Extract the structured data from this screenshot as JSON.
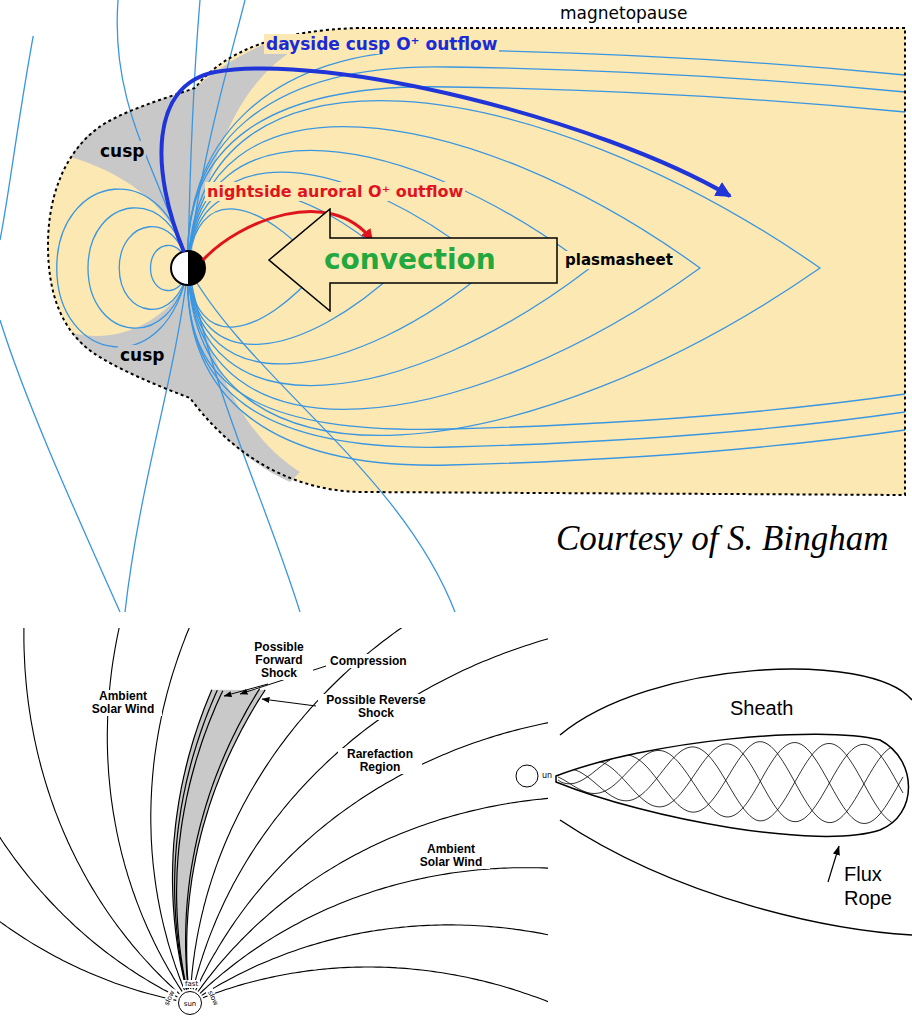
{
  "diagram": {
    "nodes": [
      {
        "text": [
          "convection"
        ]
      },
      {
        "text": [
          "sun"
        ]
      }
    ],
    "labels": [
      "magnetopause",
      "dayside cusp O⁺ outflow",
      "cusp",
      "nightside auroral O⁺ outflow",
      "plasmasheet",
      "cusp",
      "Courtesy of S. Bingham",
      "Possible Forward Shock",
      "Compression",
      "Possible Reverse Shock",
      "Ambient Solar Wind",
      "Rarefaction Region",
      "Ambient Solar Wind",
      "slow",
      "fast",
      "slow",
      "Sheath",
      "un",
      "Flux Rope"
    ]
  }
}
